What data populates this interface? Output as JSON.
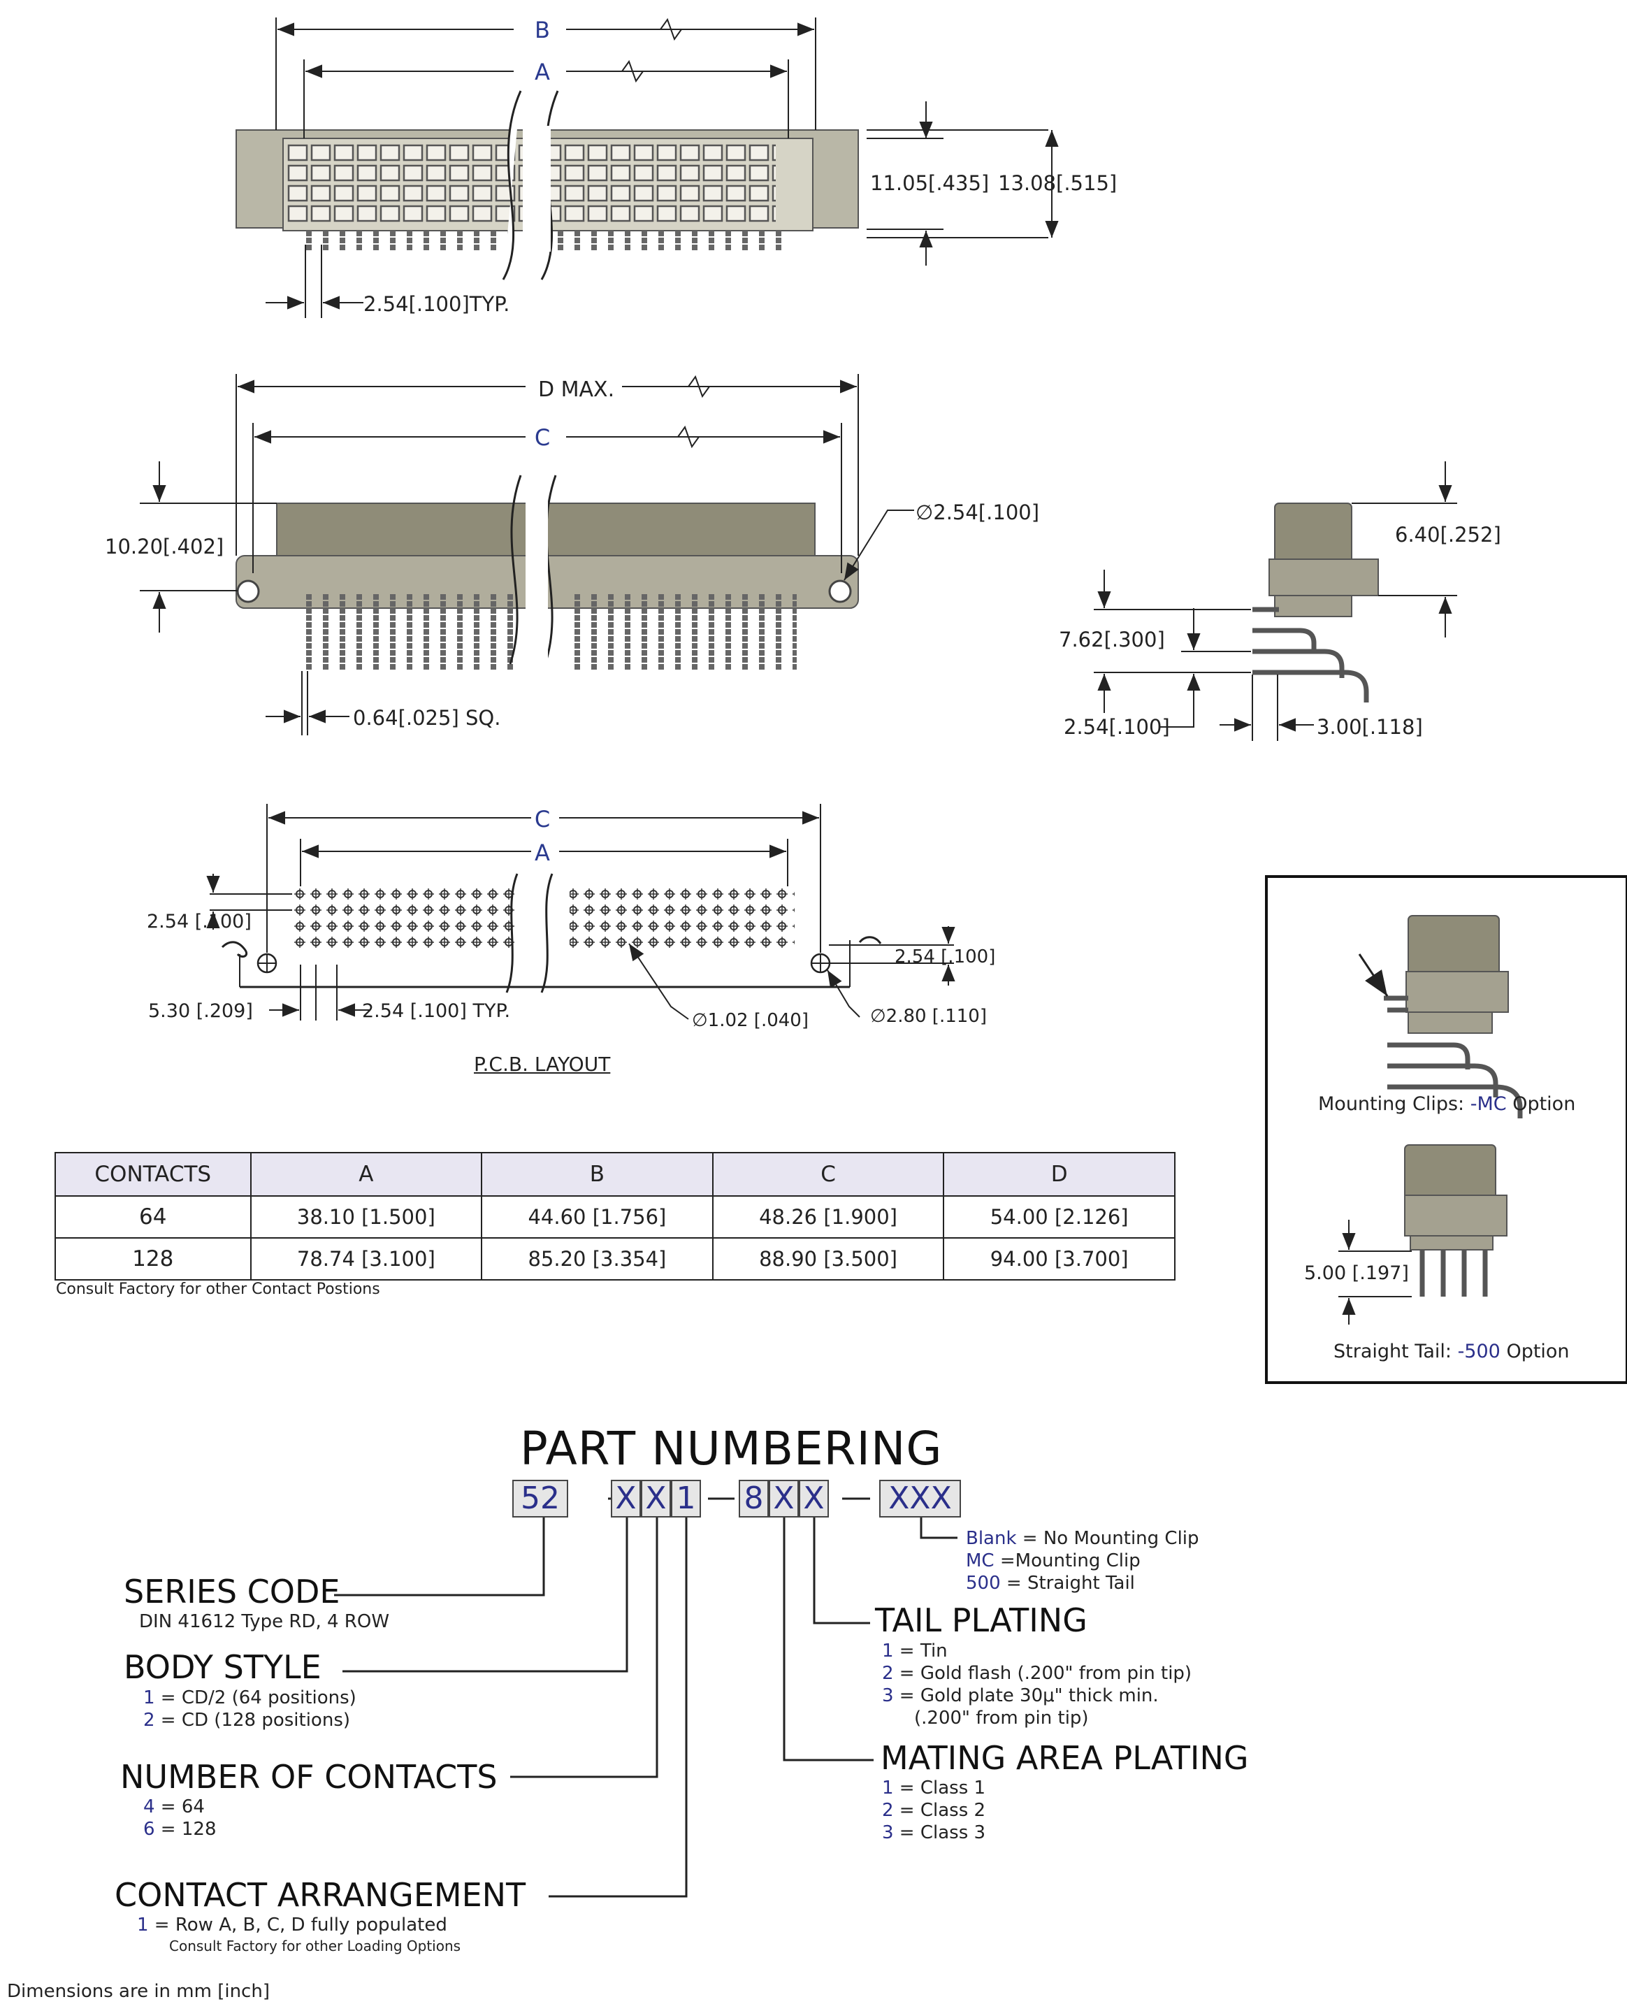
{
  "front_view": {
    "dim_b": "B",
    "dim_a": "A",
    "height_1": "11.05[.435]",
    "height_2": "13.08[.515]",
    "pitch": "2.54[.100]TYP."
  },
  "side_view": {
    "dim_d": "D MAX.",
    "dim_c": "C",
    "height": "10.20[.402]",
    "hole": "∅2.54[.100]",
    "pin": "0.64[.025] SQ."
  },
  "end_view": {
    "height": "6.40[.252]",
    "row_span": "7.62[.300]",
    "row_pitch": "2.54[.100]",
    "offset": "3.00[.118]"
  },
  "pcb_layout": {
    "dim_c": "C",
    "dim_a": "A",
    "row_pitch": "2.54 [.100]",
    "hole_offset": "2.54 [.100]",
    "edge": "5.30 [.209]",
    "pitch": "2.54 [.100] TYP.",
    "hole_small": "∅1.02 [.040]",
    "hole_large": "∅2.80 [.110]",
    "title": "P.C.B. LAYOUT"
  },
  "contacts_table": {
    "headers": [
      "CONTACTS",
      "A",
      "B",
      "C",
      "D"
    ],
    "rows": [
      [
        "64",
        "38.10 [1.500]",
        "44.60 [1.756]",
        "48.26 [1.900]",
        "54.00 [2.126]"
      ],
      [
        "128",
        "78.74 [3.100]",
        "85.20 [3.354]",
        "88.90 [3.500]",
        "94.00 [3.700]"
      ]
    ],
    "note": "Consult Factory for other Contact Postions"
  },
  "options": {
    "mc_prefix": "Mounting Clips:",
    "mc_code": "-MC",
    "mc_suffix": "Option",
    "tail_dim": "5.00 [.197]",
    "st_prefix": "Straight Tail:",
    "st_code": "-500",
    "st_suffix": "Option"
  },
  "part_numbering": {
    "title": "PART NUMBERING",
    "boxes": [
      "52",
      "X",
      "X",
      "1",
      "8",
      "X",
      "X",
      "XXX"
    ],
    "dash": "—",
    "series_code": {
      "title": "SERIES CODE",
      "desc": "DIN 41612  Type RD, 4 ROW"
    },
    "body_style": {
      "title": "BODY STYLE",
      "items": [
        {
          "code": "1",
          "text": " = CD/2  (64 positions)"
        },
        {
          "code": "2",
          "text": " = CD     (128 positions)"
        }
      ]
    },
    "number_of_contacts": {
      "title": "NUMBER OF CONTACTS",
      "items": [
        {
          "code": "4",
          "text": " = 64"
        },
        {
          "code": "6",
          "text": " = 128"
        }
      ]
    },
    "contact_arrangement": {
      "title": "CONTACT ARRANGEMENT",
      "items": [
        {
          "code": "1",
          "text": " = Row A, B, C, D fully populated"
        }
      ],
      "note": "Consult Factory for other Loading Options"
    },
    "mounting": {
      "items": [
        {
          "code": "Blank",
          "text": " = No Mounting Clip"
        },
        {
          "code": "MC",
          "text": " =Mounting Clip"
        },
        {
          "code": "500",
          "text": " = Straight Tail"
        }
      ]
    },
    "tail_plating": {
      "title": "TAIL PLATING",
      "items": [
        {
          "code": "1",
          "text": " = Tin"
        },
        {
          "code": "2",
          "text": " = Gold flash (.200\" from pin tip)"
        },
        {
          "code": "3",
          "text": " = Gold plate 30μ\" thick min."
        }
      ],
      "cont": "(.200\" from pin tip)"
    },
    "mating_area_plating": {
      "title": "MATING AREA PLATING",
      "items": [
        {
          "code": "1",
          "text": " = Class 1"
        },
        {
          "code": "2",
          "text": " = Class 2"
        },
        {
          "code": "3",
          "text": " = Class 3"
        }
      ]
    }
  },
  "footer": {
    "note": "Dimensions are in mm [inch]"
  }
}
